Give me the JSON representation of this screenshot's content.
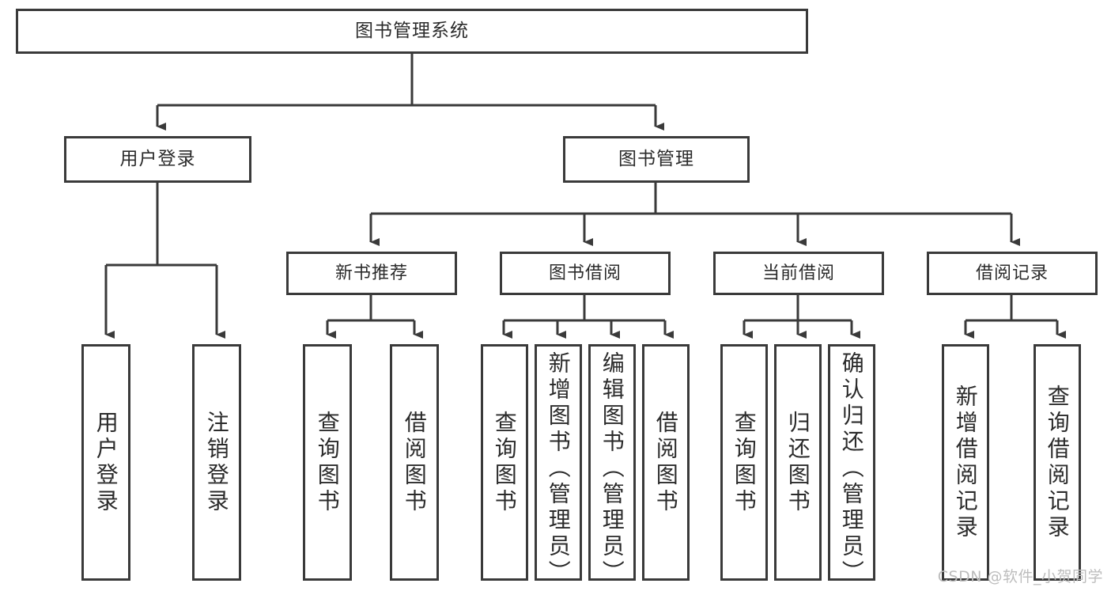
{
  "diagram": {
    "title": "图书管理系统",
    "type": "tree-diagram",
    "line_color": "#3a3a3a",
    "box_fill": "#ffffff",
    "text_color": "#2b2b2b",
    "root": {
      "label": "图书管理系统"
    },
    "level2": [
      {
        "label": "用户登录"
      },
      {
        "label": "图书管理"
      }
    ],
    "level3": [
      {
        "label": "新书推荐"
      },
      {
        "label": "图书借阅"
      },
      {
        "label": "当前借阅"
      },
      {
        "label": "借阅记录"
      }
    ],
    "leaves": {
      "user_login": [
        {
          "label": "用户登录"
        },
        {
          "label": "注销登录"
        }
      ],
      "new_book": [
        {
          "label": "查询图书"
        },
        {
          "label": "借阅图书"
        }
      ],
      "book_borrow": [
        {
          "label": "查询图书"
        },
        {
          "label": "新增图书（管理员）"
        },
        {
          "label": "编辑图书（管理员）"
        },
        {
          "label": "借阅图书"
        }
      ],
      "current_borrow": [
        {
          "label": "查询图书"
        },
        {
          "label": "归还图书"
        },
        {
          "label": "确认归还（管理员）"
        }
      ],
      "borrow_record": [
        {
          "label": "新增借阅记录"
        },
        {
          "label": "查询借阅记录"
        }
      ]
    }
  },
  "watermark": {
    "text": "CSDN @软件_小贺同学"
  }
}
